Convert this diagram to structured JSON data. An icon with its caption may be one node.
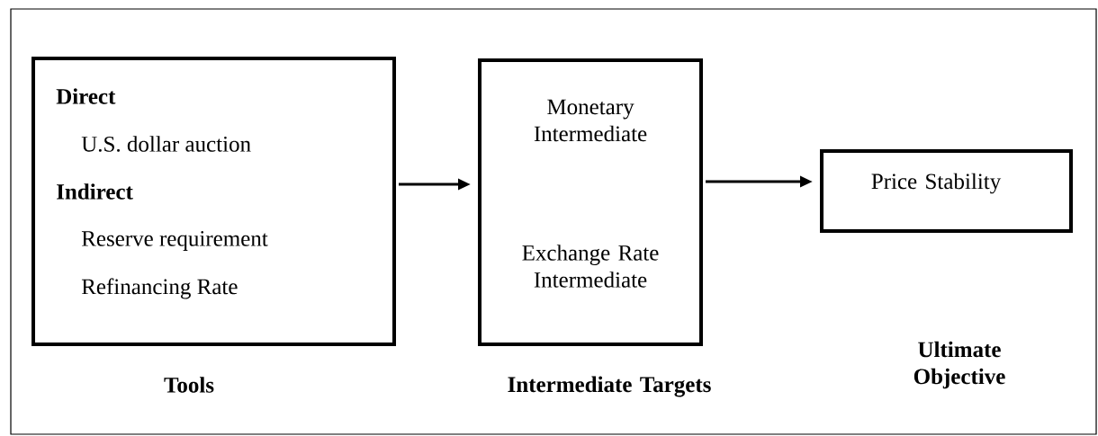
{
  "diagram": {
    "nodes": [
      {
        "text": [
          "Direct",
          "U.S. dollar auction",
          "Indirect",
          "Reserve requirement",
          "Refinancing Rate"
        ],
        "beside": [
          "Tools"
        ]
      },
      {
        "text": [
          "Monetary Intermediate",
          "Exchange Rate Intermediate"
        ],
        "beside": [
          "Intermediate Targets"
        ]
      },
      {
        "text": [
          "Price Stability"
        ]
      }
    ],
    "labels": [
      "Ultimate Objective"
    ],
    "edges": [
      {
        "from": 0,
        "to": 1,
        "arrow": "to"
      },
      {
        "from": 1,
        "to": 2,
        "arrow": "to"
      }
    ]
  }
}
